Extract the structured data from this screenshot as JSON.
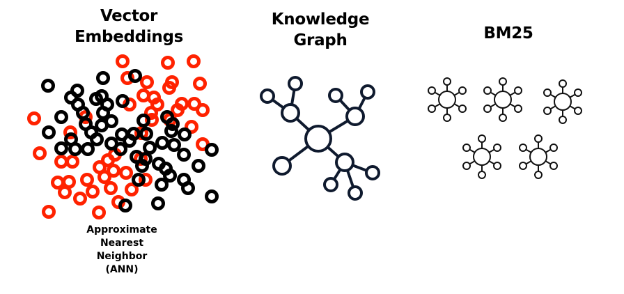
{
  "panels": {
    "vector": {
      "title_line1": "Vector",
      "title_line2": "Embeddings",
      "caption_lines": [
        "Approximate",
        "Nearest",
        "Neighbor",
        "(ANN)"
      ]
    },
    "graph": {
      "title_line1": "Knowledge",
      "title_line2": "Graph"
    },
    "bm25": {
      "title": "BM25"
    }
  },
  "colors": {
    "ring_red": "#ff2200",
    "ring_black": "#000000",
    "graph_stroke": "#0f1a2e",
    "bm25_stroke": "#111111"
  },
  "icons": [
    "ring-scatter-icon",
    "knowledge-graph-icon",
    "bm25-star-icon"
  ]
}
